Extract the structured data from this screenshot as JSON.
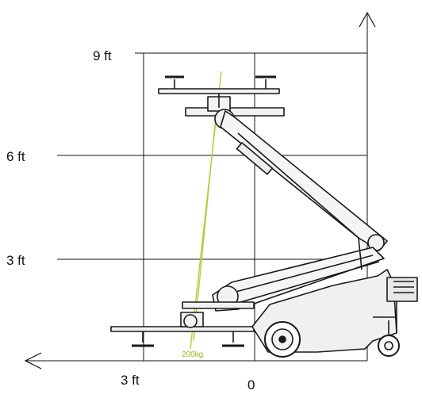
{
  "diagram": {
    "labels": {
      "nine_ft": "9 ft",
      "six_ft": "6 ft",
      "three_ft_height": "3 ft",
      "three_ft_reach": "3 ft",
      "origin": "0"
    },
    "load_label": "200kg",
    "colors": {
      "lines": "#111111",
      "machine": "#1a1a1a",
      "machine_fill": "#f2f2f2",
      "load_line": "#b5cc3a",
      "background": "#ffffff"
    },
    "icons": {
      "up_arrow": "arrow-up-icon",
      "left_arrow": "arrow-left-icon"
    }
  }
}
